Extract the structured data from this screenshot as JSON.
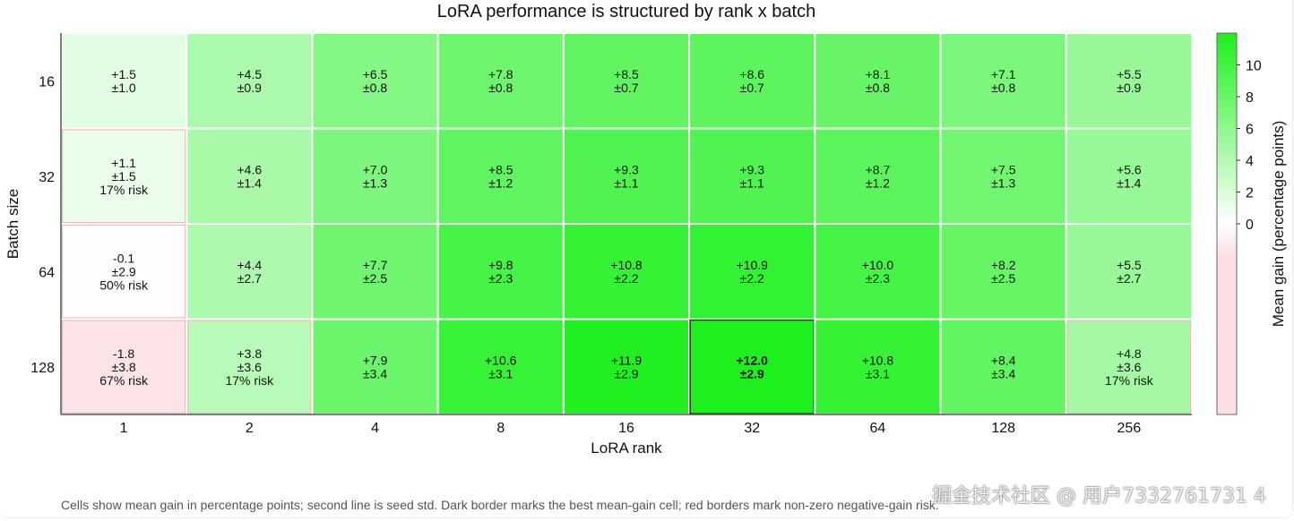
{
  "chart_data": {
    "type": "heatmap",
    "title": "LoRA performance is structured by rank x batch",
    "xlabel": "LoRA rank",
    "ylabel": "Batch size",
    "x_categories": [
      "1",
      "2",
      "4",
      "8",
      "16",
      "32",
      "64",
      "128",
      "256"
    ],
    "y_categories": [
      "16",
      "32",
      "64",
      "128"
    ],
    "mean": [
      [
        1.5,
        4.5,
        6.5,
        7.8,
        8.5,
        8.6,
        8.1,
        7.1,
        5.5
      ],
      [
        1.1,
        4.6,
        7.0,
        8.5,
        9.3,
        9.3,
        8.7,
        7.5,
        5.6
      ],
      [
        -0.1,
        4.4,
        7.7,
        9.8,
        10.8,
        10.9,
        10.0,
        8.2,
        5.5
      ],
      [
        -1.8,
        3.8,
        7.9,
        10.6,
        11.9,
        12.0,
        10.8,
        8.4,
        4.8
      ]
    ],
    "std": [
      [
        1.0,
        0.9,
        0.8,
        0.8,
        0.7,
        0.7,
        0.8,
        0.8,
        0.9
      ],
      [
        1.5,
        1.4,
        1.3,
        1.2,
        1.1,
        1.1,
        1.2,
        1.3,
        1.4
      ],
      [
        2.9,
        2.7,
        2.5,
        2.3,
        2.2,
        2.2,
        2.3,
        2.5,
        2.7
      ],
      [
        3.8,
        3.6,
        3.4,
        3.1,
        2.9,
        2.9,
        3.1,
        3.4,
        3.6
      ]
    ],
    "risk": [
      [
        null,
        null,
        null,
        null,
        null,
        null,
        null,
        null,
        null
      ],
      [
        "17% risk",
        null,
        null,
        null,
        null,
        null,
        null,
        null,
        null
      ],
      [
        "50% risk",
        null,
        null,
        null,
        null,
        null,
        null,
        null,
        null
      ],
      [
        "67% risk",
        "17% risk",
        null,
        null,
        null,
        null,
        null,
        null,
        "17% risk"
      ]
    ],
    "best_cell": {
      "batch": "128",
      "rank": "32"
    },
    "colorbar": {
      "label": "Mean gain (percentage points)",
      "ticks": [
        0,
        2,
        4,
        6,
        8,
        10
      ],
      "range": [
        -12,
        12
      ],
      "color_max": "#1ef01e",
      "color_zero": "#ffffff",
      "color_min": "#fbe0e3"
    },
    "risk_border_color": "#f2b8b8",
    "best_border_color": "#333333"
  },
  "footer": "Cells show mean gain in percentage points; second line is seed std. Dark border marks the best mean-gain cell; red borders mark non-zero negative-gain risk.",
  "watermark": "掘金技术社区 @ 用户7332761731 4"
}
